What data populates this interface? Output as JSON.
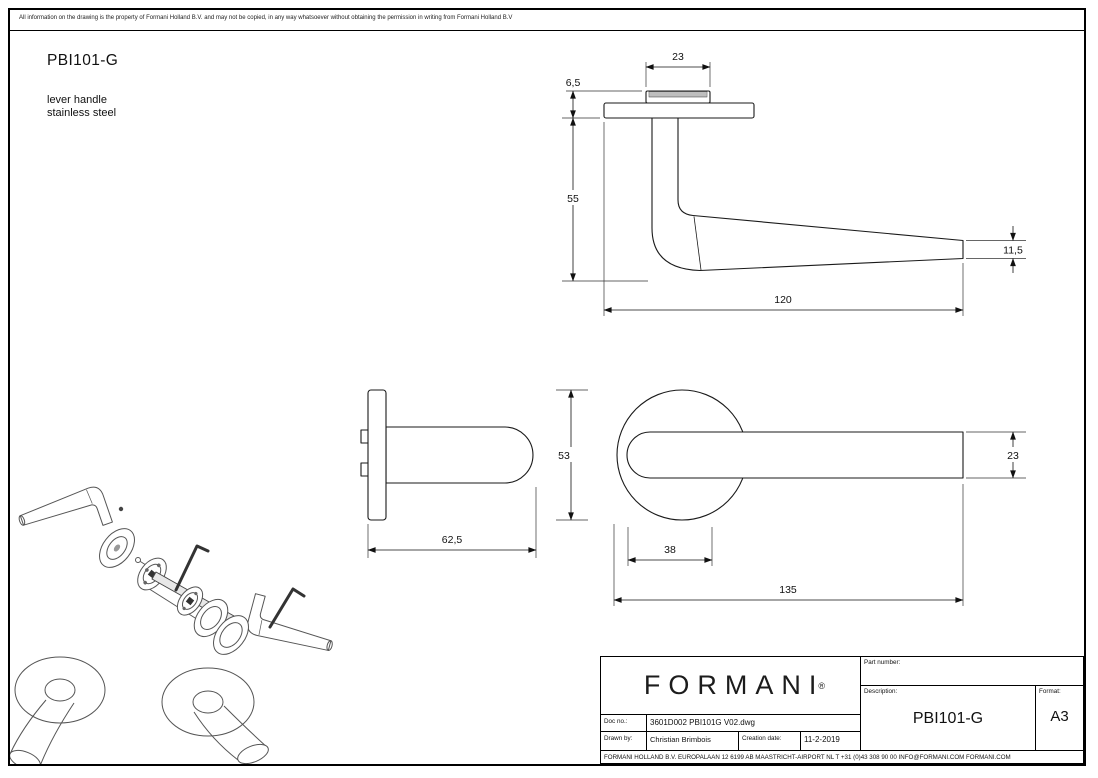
{
  "disclaimer": "All information on the drawing is the property of Formani Holland B.V. and may not be copied, in any way whatsoever without obtaining the permission in writing from Formani Holland B.V",
  "product": {
    "code": "PBI101-G",
    "material_line1": "lever handle",
    "material_line2": "stainless steel"
  },
  "dims": {
    "cap_width": "23",
    "rose_height": "6,5",
    "neck_length": "55",
    "grip_end_height": "11,5",
    "grip_length": "120",
    "rose_plate_height": "53",
    "grip_width": "23",
    "rose_base_width": "38",
    "total_length": "135",
    "projection": "62,5"
  },
  "title_block": {
    "brand": "FORMANI",
    "brand_mark": "®",
    "doc_no_label": "Doc no.:",
    "doc_no": "3601D002 PBI101G V02.dwg",
    "drawn_by_label": "Drawn by:",
    "drawn_by": "Christian Brimbois",
    "creation_date_label": "Creation date:",
    "creation_date": "11-2-2019",
    "part_number_label": "Part number:",
    "description_label": "Description:",
    "description": "PBI101-G",
    "format_label": "Format:",
    "format": "A3",
    "company_footer": "FORMANI HOLLAND B.V.  EUROPALAAN 12  6199 AB MAASTRICHT-AIRPORT NL  T +31 (0)43 308 90 00 INFO@FORMANI.COM FORMANI.COM"
  }
}
